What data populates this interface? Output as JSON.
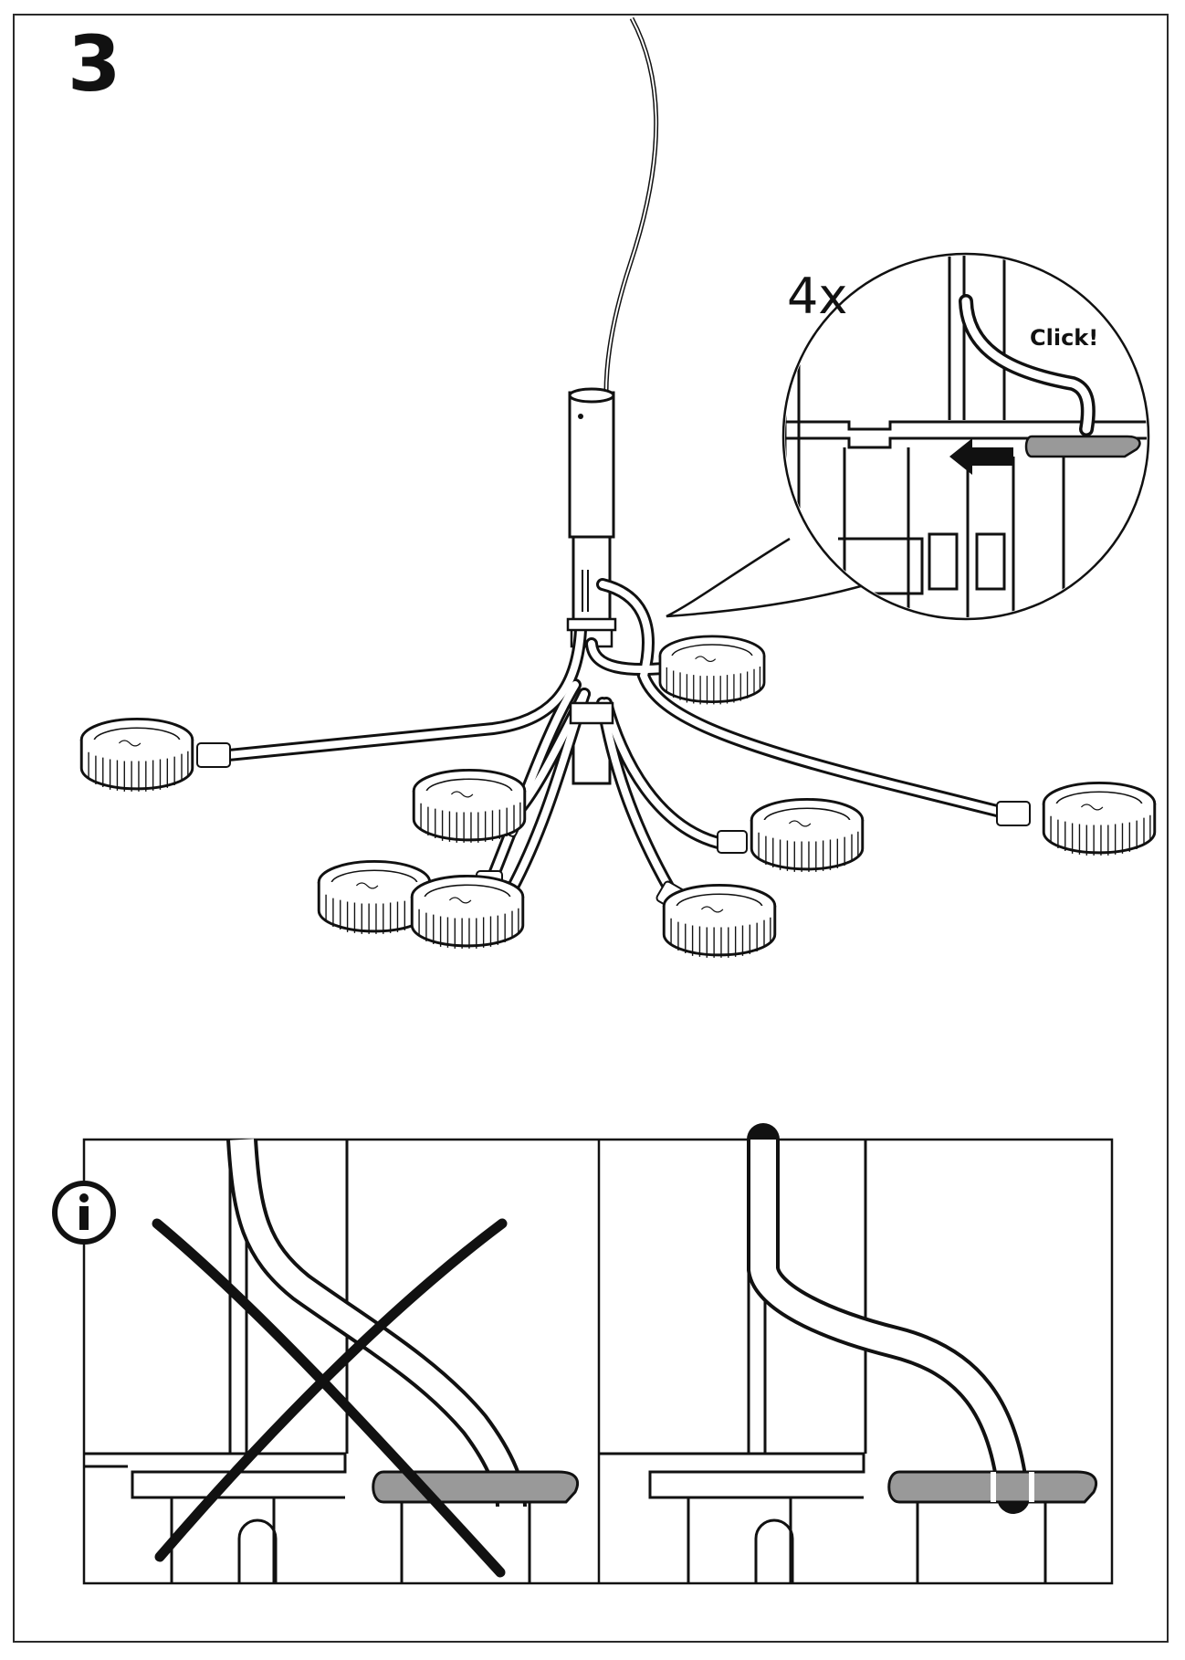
{
  "step": {
    "number": "3"
  },
  "detail": {
    "count": "4x",
    "sound": "Click!"
  },
  "icons": {
    "info": "info-icon",
    "arrow": "push-arrow-icon"
  }
}
